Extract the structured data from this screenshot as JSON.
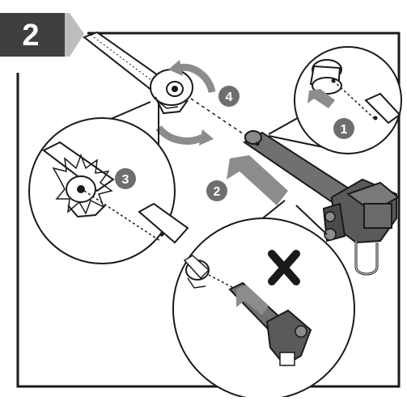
{
  "step": {
    "number": "2"
  },
  "callouts": [
    {
      "id": "callout-1",
      "label": "1"
    },
    {
      "id": "callout-2",
      "label": "2"
    },
    {
      "id": "callout-3",
      "label": "3"
    },
    {
      "id": "callout-4",
      "label": "4"
    }
  ],
  "symbols": {
    "wrong_mark": "X"
  },
  "colors": {
    "badge_dark": "#3f3f3f",
    "badge_light": "#bdbdbd",
    "frame": "#1a1a1a",
    "arrow_grey": "#8c8c8c",
    "callout_fill": "#6e6e6e",
    "shaft_grey": "#707070",
    "motor_grey": "#5a5a5a"
  }
}
